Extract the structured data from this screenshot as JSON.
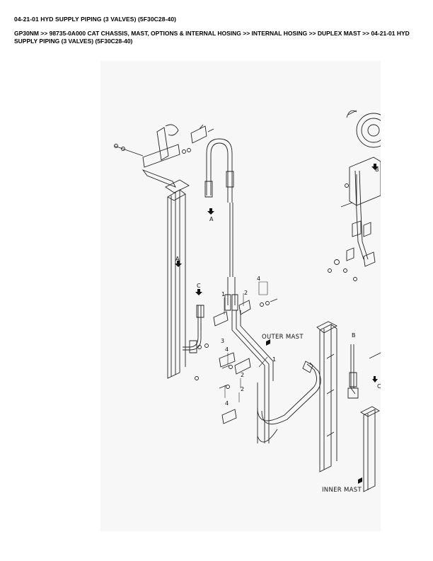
{
  "header": {
    "title": "04-21-01 HYD SUPPLY PIPING (3 VALVES) (5F30C28-40)",
    "breadcrumb": "GP30NM >> 98735-0A000 CAT CHASSIS, MAST, OPTIONS & INTERNAL HOSING >> INTERNAL HOSING >> DUPLEX MAST >> 04-21-01 HYD SUPPLY PIPING (3 VALVES) (5F30C28-40)"
  },
  "diagram": {
    "labels": {
      "outer_mast": "OUTER MAST",
      "inner_mast": "INNER MAST",
      "ref_a": "A",
      "ref_b": "B",
      "ref_c": "C",
      "part_1": "1",
      "part_2": "2",
      "part_3": "3",
      "part_4": "4"
    }
  }
}
